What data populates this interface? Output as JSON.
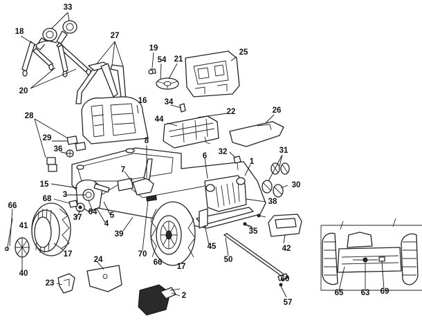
{
  "callouts": [
    {
      "id": "c33",
      "text": "33"
    },
    {
      "id": "c18",
      "text": "18"
    },
    {
      "id": "c27",
      "text": "27"
    },
    {
      "id": "c20",
      "text": "20"
    },
    {
      "id": "c19",
      "text": "19"
    },
    {
      "id": "c54",
      "text": "54"
    },
    {
      "id": "c21",
      "text": "21"
    },
    {
      "id": "c25",
      "text": "25"
    },
    {
      "id": "c34",
      "text": "34"
    },
    {
      "id": "c22",
      "text": "22"
    },
    {
      "id": "c16",
      "text": "16"
    },
    {
      "id": "c44",
      "text": "44"
    },
    {
      "id": "c26",
      "text": "26"
    },
    {
      "id": "c28",
      "text": "28"
    },
    {
      "id": "c29",
      "text": "29"
    },
    {
      "id": "c36",
      "text": "36"
    },
    {
      "id": "c8",
      "text": "8"
    },
    {
      "id": "c32",
      "text": "32"
    },
    {
      "id": "c31",
      "text": "31"
    },
    {
      "id": "c6",
      "text": "6"
    },
    {
      "id": "c1",
      "text": "1"
    },
    {
      "id": "c7",
      "text": "7"
    },
    {
      "id": "c15",
      "text": "15"
    },
    {
      "id": "c30",
      "text": "30"
    },
    {
      "id": "c3",
      "text": "3"
    },
    {
      "id": "c68",
      "text": "68"
    },
    {
      "id": "c38",
      "text": "38"
    },
    {
      "id": "c66a",
      "text": "66"
    },
    {
      "id": "c64",
      "text": "64"
    },
    {
      "id": "c5",
      "text": "5"
    },
    {
      "id": "c37",
      "text": "37"
    },
    {
      "id": "c41",
      "text": "41"
    },
    {
      "id": "c4",
      "text": "4"
    },
    {
      "id": "c35",
      "text": "35"
    },
    {
      "id": "c39",
      "text": "39"
    },
    {
      "id": "c42",
      "text": "42"
    },
    {
      "id": "c17a",
      "text": "17"
    },
    {
      "id": "c70",
      "text": "70"
    },
    {
      "id": "c45",
      "text": "45"
    },
    {
      "id": "c66b",
      "text": "66"
    },
    {
      "id": "c17b",
      "text": "17"
    },
    {
      "id": "c50",
      "text": "50"
    },
    {
      "id": "c24",
      "text": "24"
    },
    {
      "id": "c40",
      "text": "40"
    },
    {
      "id": "c23",
      "text": "23"
    },
    {
      "id": "c2",
      "text": "2"
    },
    {
      "id": "c60",
      "text": "60"
    },
    {
      "id": "c65",
      "text": "65"
    },
    {
      "id": "c63",
      "text": "63"
    },
    {
      "id": "c69",
      "text": "69"
    },
    {
      "id": "c57",
      "text": "57"
    }
  ]
}
